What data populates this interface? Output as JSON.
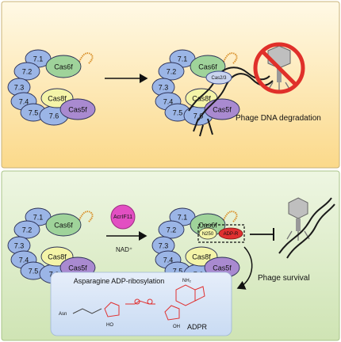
{
  "panels": {
    "top": {
      "result_label": "Phage DNA degradation",
      "cas23_label": "Cas2/3"
    },
    "bottom": {
      "inhibitor_label": "AcrIF11",
      "cofactor_label": "NAD⁺",
      "modified_residue_label": "N250",
      "modification_label": "ADP-R",
      "result_label": "Phage survival",
      "inset_title": "Asparagine ADP-ribosylation",
      "inset_product_label": "ADPR",
      "inset_asn_label": "Asn",
      "inset_amine_label": "NH₂",
      "inset_hydroxyl_label": "HO",
      "inset_hydroxyl2_label": "OH"
    }
  },
  "complex": {
    "subunit_labels": [
      "7.1",
      "7.2",
      "7.3",
      "7.4",
      "7.5",
      "7.6",
      "Cas6f",
      "Cas8f",
      "Cas5f"
    ]
  },
  "colors": {
    "top_background": "#fbe7a8",
    "bottom_background": "#e3efcf",
    "cas7": "#9bb5e6",
    "cas6f": "#9fd39a",
    "cas8f": "#f4f4a8",
    "cas5f": "#a98ad0",
    "acr": "#e24fc2",
    "adpr": "#e03030",
    "inset": "#cfe0f6",
    "dna": "#1a1a1a",
    "crRNA": "#d9902a"
  },
  "icons": [
    "complex-cascade",
    "cas2-3-nuclease",
    "phage-icon",
    "prohibition-icon",
    "dna-helix",
    "inhibition-arrow"
  ]
}
